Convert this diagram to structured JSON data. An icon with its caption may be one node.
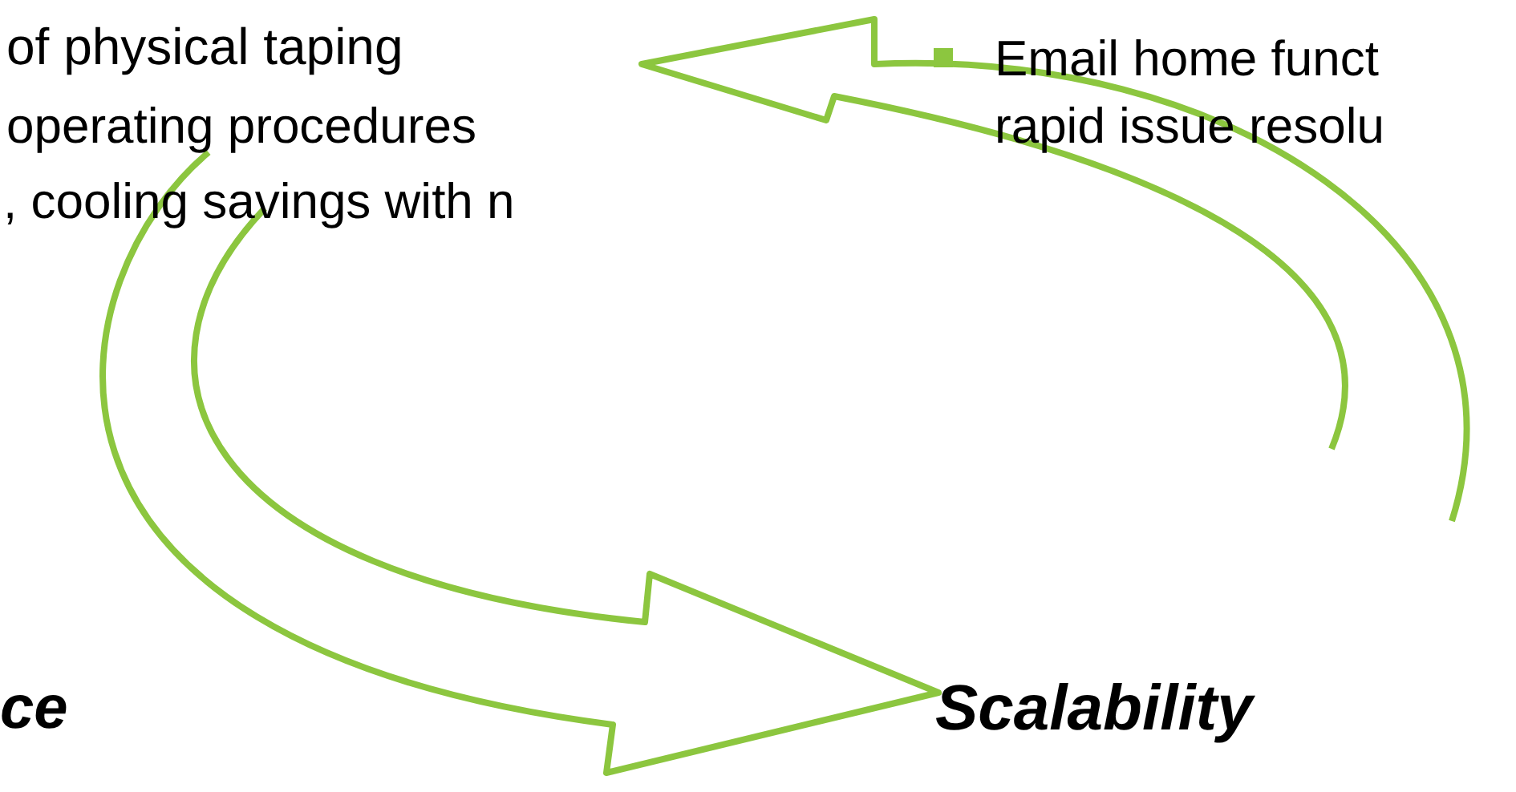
{
  "diagram": {
    "labels": [
      "of physical taping",
      "operating procedures",
      ", cooling savings with n",
      "Email home funct rapid issue resolu",
      "ce",
      "Scalability"
    ]
  }
}
